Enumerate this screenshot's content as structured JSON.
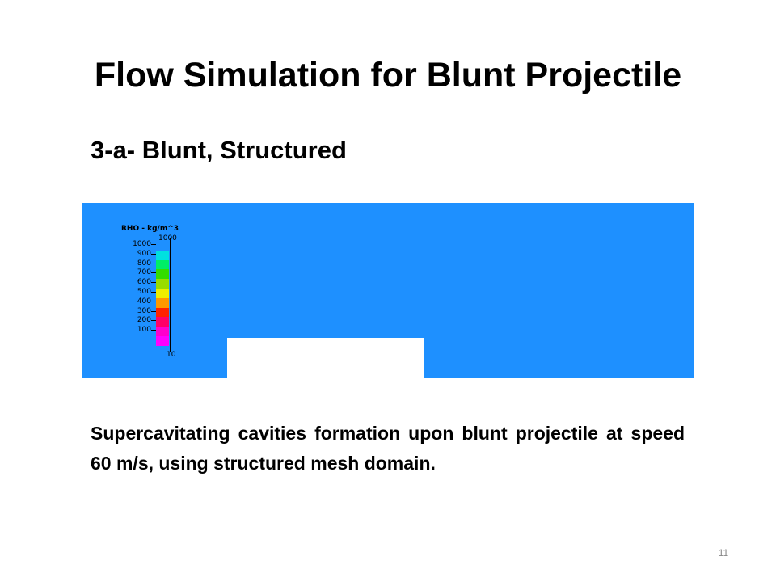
{
  "slide": {
    "title": "Flow Simulation for Blunt Projectile",
    "subtitle": "3-a- Blunt, Structured",
    "caption": "Supercavitating cavities formation upon blunt projectile at speed 60 m/s, using structured mesh domain.",
    "page_number": "11"
  },
  "simulation": {
    "background_color": "#1e90ff",
    "projectile_color": "#ffffff",
    "legend": {
      "title": "RHO - kg/m^3",
      "max_label": "1000",
      "min_label": "10",
      "ticks": [
        "1000",
        "900",
        "800",
        "700",
        "600",
        "500",
        "400",
        "300",
        "200",
        "100"
      ],
      "colors": [
        "#1e90ff",
        "#00e0e0",
        "#00ee66",
        "#33dd00",
        "#99dd00",
        "#eeee00",
        "#ff9900",
        "#ff2200",
        "#ff0066",
        "#ff00cc",
        "#ff00ff"
      ]
    }
  }
}
